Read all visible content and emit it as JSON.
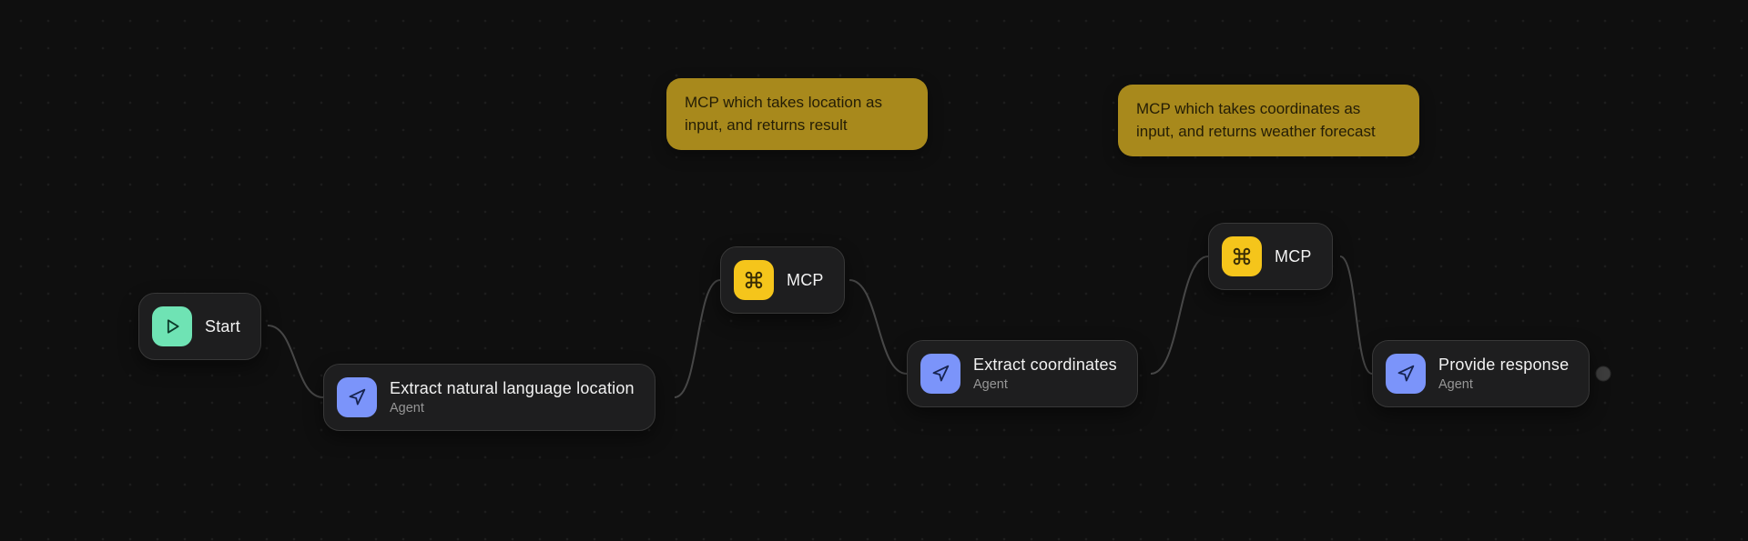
{
  "canvas": {
    "background_color": "#0f0f0f",
    "edge_color": "#474747"
  },
  "notes": [
    {
      "text": "MCP which takes location as input, and returns result",
      "color": "#a8891c"
    },
    {
      "text": "MCP which takes coordinates as input, and returns weather forecast",
      "color": "#a8891c"
    }
  ],
  "nodes": {
    "start": {
      "label": "Start",
      "icon": "play-icon",
      "icon_color": "#6fe3b4"
    },
    "extract_location": {
      "label": "Extract natural language location",
      "subtitle": "Agent",
      "icon": "cursor-icon",
      "icon_color": "#7b94fa"
    },
    "mcp1": {
      "label": "MCP",
      "icon": "command-icon",
      "icon_color": "#f5c51b"
    },
    "extract_coordinates": {
      "label": "Extract coordinates",
      "subtitle": "Agent",
      "icon": "cursor-icon",
      "icon_color": "#7b94fa"
    },
    "mcp2": {
      "label": "MCP",
      "icon": "command-icon",
      "icon_color": "#f5c51b"
    },
    "provide_response": {
      "label": "Provide response",
      "subtitle": "Agent",
      "icon": "cursor-icon",
      "icon_color": "#7b94fa"
    }
  }
}
